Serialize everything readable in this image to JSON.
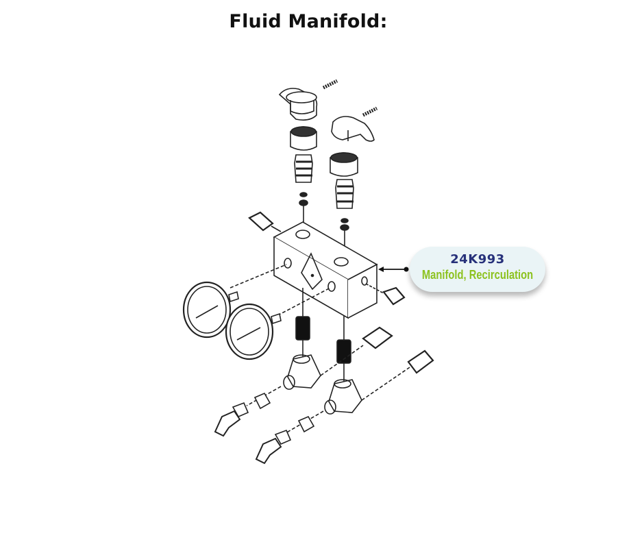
{
  "page": {
    "title": "Fluid Manifold:"
  },
  "callout": {
    "part_number": "24K993",
    "description": "Manifold, Recirculation",
    "colors": {
      "part_number": "#27317a",
      "description": "#8cc21e",
      "background": "#eaf4f6"
    }
  },
  "diagram": {
    "subject": "exploded-view-fluid-manifold",
    "components": [
      "valve-handle",
      "valve-cartridge",
      "manifold-block",
      "pressure-gauge",
      "nipple-fitting",
      "tee-fitting",
      "swivel-fitting",
      "elbow-fitting"
    ]
  }
}
